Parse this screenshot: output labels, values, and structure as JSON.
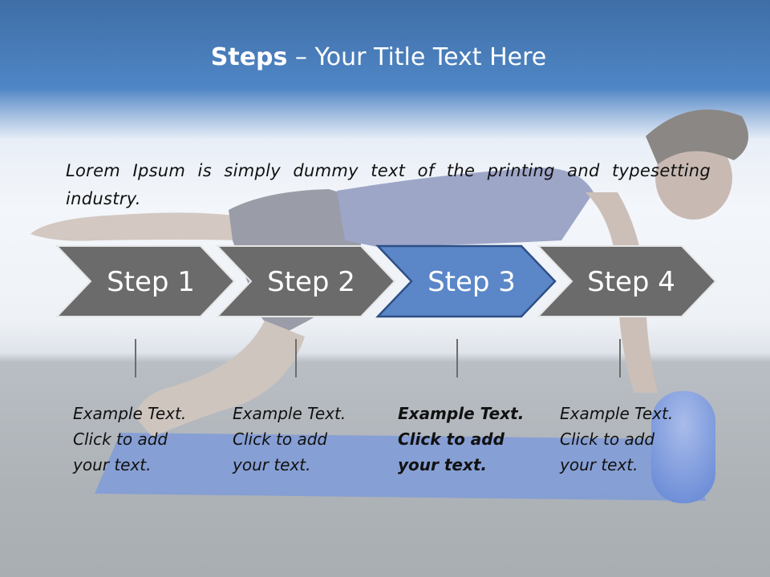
{
  "title": {
    "bold": "Steps",
    "rest": " – Your Title Text Here"
  },
  "lead_text": "Lorem Ipsum is simply dummy text of the printing and typesetting industry.",
  "colors": {
    "step_gray": "#6b6b6b",
    "step_active": "#5b87c8",
    "step_active_border": "#2e4f86",
    "header_blue": "#4f86c6"
  },
  "background_image": "woman-exercising-on-mat-with-foam-roller",
  "steps": [
    {
      "label": "Step 1",
      "active": false,
      "text": [
        "Example Text.",
        "Click  to add",
        "your text."
      ]
    },
    {
      "label": "Step 2",
      "active": false,
      "text": [
        "Example Text.",
        "Click  to add",
        "your text."
      ]
    },
    {
      "label": "Step 3",
      "active": true,
      "text": [
        "Example Text.",
        "Click  to add",
        "your text."
      ]
    },
    {
      "label": "Step 4",
      "active": false,
      "text": [
        "Example Text.",
        "Click  to add",
        "your text."
      ]
    }
  ]
}
